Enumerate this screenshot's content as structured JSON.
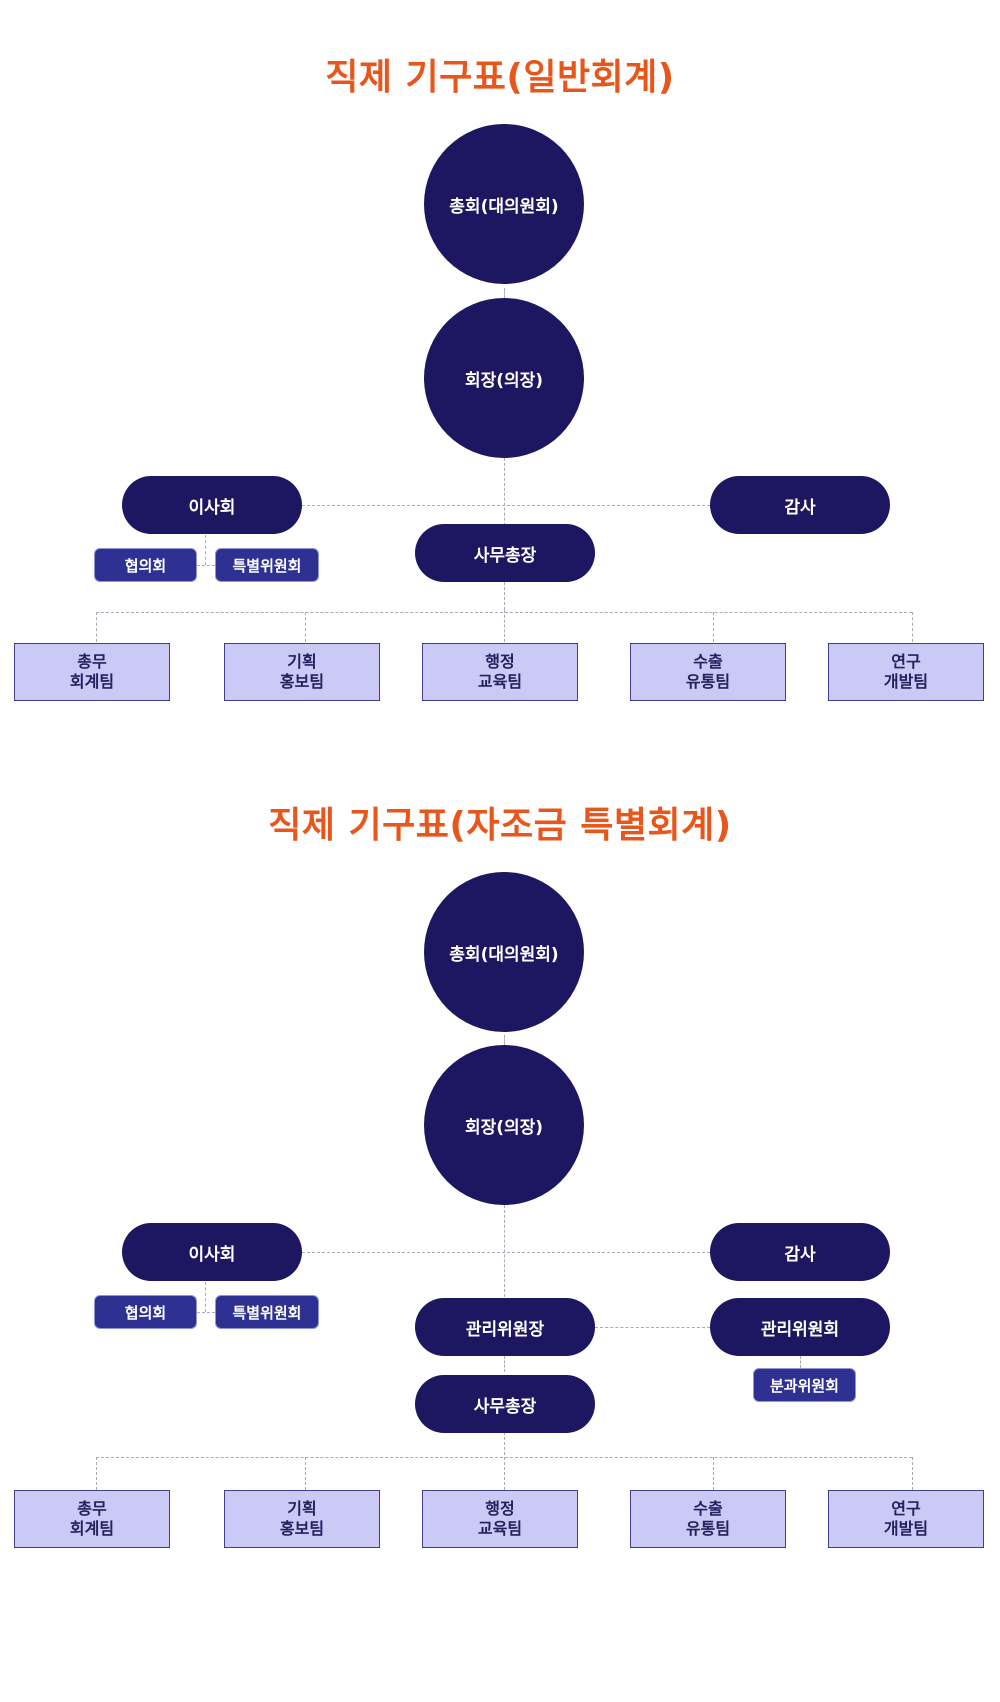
{
  "general": {
    "title": "직제 기구표(일반회계)",
    "assembly": "총회(대의원회)",
    "chairman": "회장(의장)",
    "board": "이사회",
    "council": "협의회",
    "special_committee": "특별위원회",
    "audit": "감사",
    "secretary_general": "사무총장",
    "teams": [
      {
        "line1": "총무",
        "line2": "회계팀"
      },
      {
        "line1": "기획",
        "line2": "홍보팀"
      },
      {
        "line1": "행정",
        "line2": "교육팀"
      },
      {
        "line1": "수출",
        "line2": "유통팀"
      },
      {
        "line1": "연구",
        "line2": "개발팀"
      }
    ]
  },
  "self_fund": {
    "title": "직제 기구표(자조금 특별회계)",
    "assembly": "총회(대의원회)",
    "chairman": "회장(의장)",
    "board": "이사회",
    "council": "협의회",
    "special_committee": "특별위원회",
    "audit": "감사",
    "management_chair": "관리위원장",
    "management_committee": "관리위원회",
    "subcommittee": "분과위원회",
    "secretary_general": "사무총장",
    "teams": [
      {
        "line1": "총무",
        "line2": "회계팀"
      },
      {
        "line1": "기획",
        "line2": "홍보팀"
      },
      {
        "line1": "행정",
        "line2": "교육팀"
      },
      {
        "line1": "수출",
        "line2": "유통팀"
      },
      {
        "line1": "연구",
        "line2": "개발팀"
      }
    ]
  },
  "colors": {
    "title": "#e8561c",
    "node_dark": "#1c1760",
    "node_tag": "#2e3192",
    "team_fill": "#cbcaf6",
    "connector": "#a9a9b8"
  }
}
